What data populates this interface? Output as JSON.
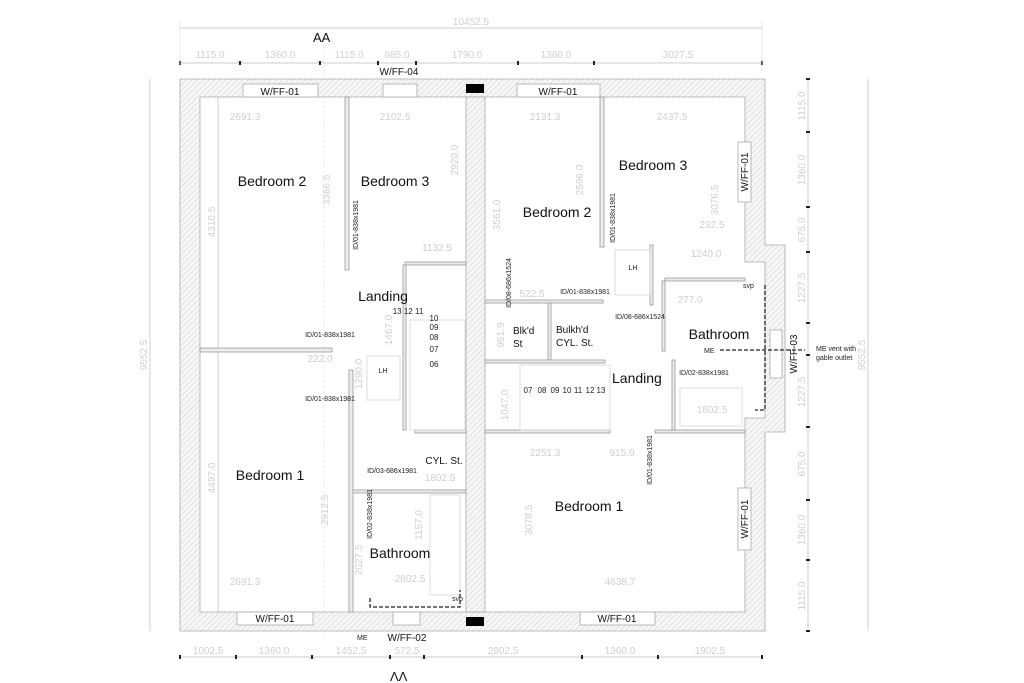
{
  "section_marks": {
    "top": "AA",
    "bottom": "ΛΛ"
  },
  "overall": {
    "width": "10452.5",
    "left_height": "9552.5",
    "right_height": "9552.5"
  },
  "top_dims": [
    "1115.0",
    "1360.0",
    "1115.0",
    "685.0",
    "1790.0",
    "1360.0",
    "3027.5"
  ],
  "bottom_dims": [
    "1002.5",
    "1360.0",
    "1452.5",
    "572.5",
    "2802.5",
    "1360.0",
    "1902.5"
  ],
  "right_dims": [
    "1115.0",
    "1360.0",
    "675.0",
    "1227.5",
    "1227.5",
    "675.0",
    "1360.0",
    "1115.0"
  ],
  "left_dims": [
    "4310.5",
    "4497.0"
  ],
  "windows": {
    "top_left": "W/FF-01",
    "top_mid": "W/FF-04",
    "top_right": "W/FF-01",
    "right_upper": "W/FF-01",
    "right_bath": "W/FF-03",
    "right_lower": "W/FF-01",
    "bottom_left": "W/FF-01",
    "bottom_mid": "W/FF-02",
    "bottom_right": "W/FF-01"
  },
  "left_unit": {
    "rooms": {
      "bedroom2": "Bedroom 2",
      "bedroom3": "Bedroom 3",
      "landing": "Landing",
      "lh": "LH",
      "cyl": "CYL. St.",
      "bathroom": "Bathroom",
      "bedroom1": "Bedroom 1"
    },
    "doors": {
      "bed3": "ID/01-838x1981",
      "bed2": "ID/01-838x1981",
      "bed1": "ID/01-838x1981",
      "cyl": "ID/03-686x1981",
      "bath": "ID/02-838x1981"
    },
    "stairs": {
      "top": "13 12 11",
      "s10": "10",
      "s09": "09",
      "s08": "08",
      "s07": "07",
      "s06": "06"
    },
    "dims": {
      "bed2_w": "2691.3",
      "bed3_w": "2102.5",
      "bed2_d": "3366.5",
      "bed3_d": "2920.0",
      "landing_w": "1132.5",
      "wall": "222.0",
      "landing_d": "1467.0",
      "bed1_d": "2912.5",
      "bed1_w": "2691.3",
      "cyl_w": "1802.5",
      "bath_w": "2802.5",
      "bath_d": "2027.5",
      "bath_tub": "1157.0",
      "lh_d": "1290.0"
    },
    "svp": "svp",
    "me": "ME"
  },
  "right_unit": {
    "rooms": {
      "bedroom2": "Bedroom 2",
      "bedroom3": "Bedroom 3",
      "lh": "LH",
      "blkd_1": "Blk'd",
      "blkd_2": "St",
      "bulkhd_1": "Bulkh'd",
      "bulkhd_2": "CYL. St.",
      "bathroom": "Bathroom",
      "landing": "Landing",
      "bedroom1": "Bedroom 1"
    },
    "doors": {
      "blkd": "ID/08-686x1524",
      "bed2": "ID/01-838x1981",
      "bulkhd": "ID/08-686x1524",
      "bed3": "ID/01-838x1981",
      "bath": "ID/02-838x1981",
      "bed1": "ID/01-838x1981"
    },
    "stairs": [
      "07",
      "08",
      "09",
      "10",
      "11",
      "12",
      "13"
    ],
    "dims": {
      "bed2_w": "2131.3",
      "bed3_w": "2437.5",
      "bed2_d": "3561.0",
      "bed2_d2": "2596.0",
      "bed3_d": "3076.5",
      "bed3_nib": "232.5",
      "bed3_ret": "1240.0",
      "blkd_w": "522.5",
      "bath_w": "277.0",
      "blkd_d": "951.9",
      "stair_d": "1047.0",
      "bed1_w1": "2251.3",
      "bed1_w2": "915.0",
      "bed1_d": "3078.5",
      "bed1_w": "4638.7",
      "bath_tub": "1802.5"
    },
    "svp": "svp",
    "me": "ME",
    "vent_1": "ME vent with",
    "vent_2": "gable outlet"
  }
}
